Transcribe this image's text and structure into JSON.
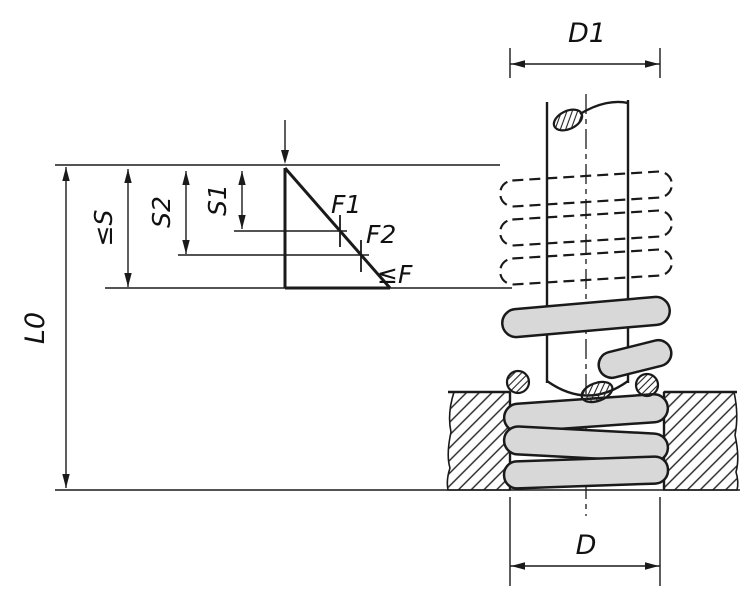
{
  "diagram": {
    "kind": "compression-spring-dimension-drawing",
    "labels": {
      "l0": "L0",
      "s_max": "≤S",
      "s2": "S2",
      "s1": "S1",
      "f1": "F1",
      "f2": "F2",
      "f_max": "≤F",
      "d1": "D1",
      "d": "D"
    },
    "colors": {
      "line": "#1a1a1a",
      "coil_fill": "#d8d8d8",
      "background": "#ffffff"
    }
  }
}
